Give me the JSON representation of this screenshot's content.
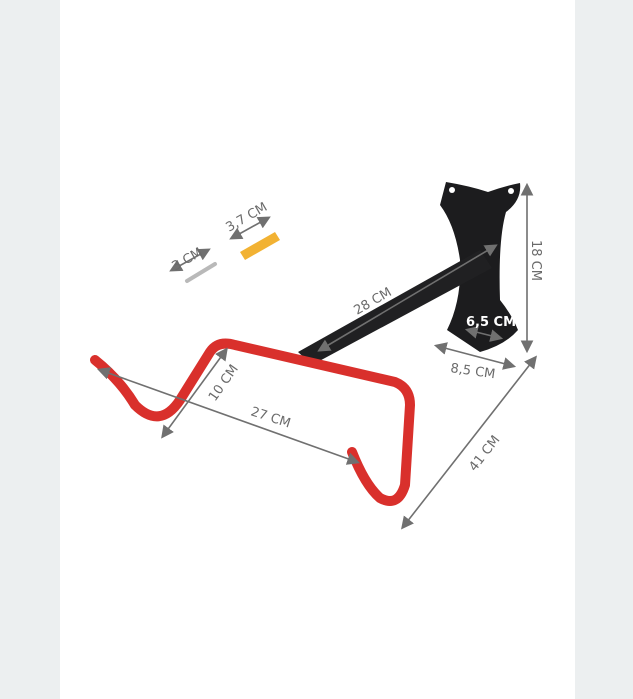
{
  "product_image": {
    "subject": "bicycle-wall-hook",
    "colors": {
      "hook": "#d9302c",
      "bracket": "#1c1c1e",
      "anchor": "#f2b233",
      "screw": "#b9b9b9",
      "background": "#ffffff",
      "side_bands": "#eceff0"
    },
    "dimensions": {
      "screw": "3 CM",
      "anchor": "3,7 CM",
      "arm": "28 CM",
      "plate_hole_spacing": "6,5 CM",
      "plate_width": "8,5 CM",
      "plate_height": "18 CM",
      "hook_depth": "10 CM",
      "hook_width": "27 CM",
      "total_length": "41 CM"
    }
  }
}
